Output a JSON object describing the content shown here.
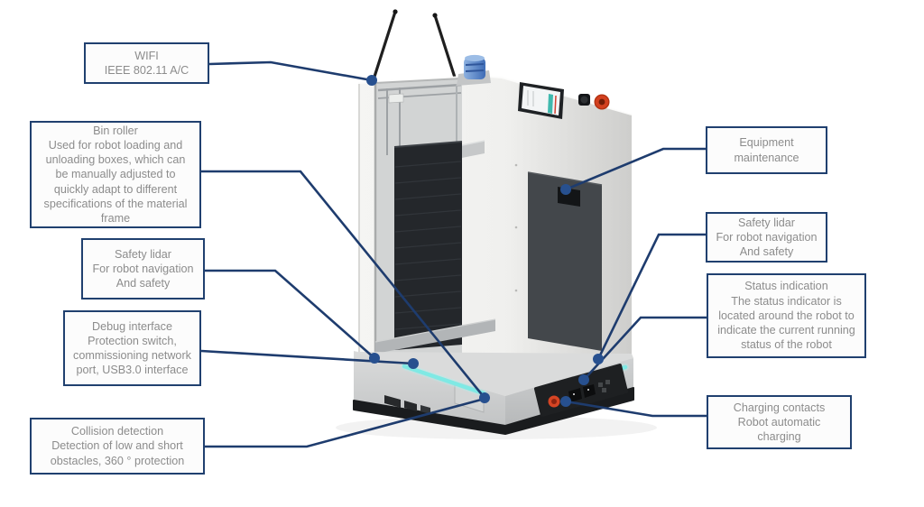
{
  "callouts": [
    {
      "id": "wifi",
      "title": "WIFI",
      "body": "IEEE 802.11 A/C"
    },
    {
      "id": "bin-roller",
      "title": "Bin roller",
      "body": "Used for robot loading and unloading boxes, which can be manually adjusted to quickly adapt to different specifications of the material frame"
    },
    {
      "id": "safety-lidar-left",
      "title": "Safety lidar",
      "body": "For robot navigation And safety"
    },
    {
      "id": "debug-interface",
      "title": "Debug interface",
      "body": "Protection switch, commissioning network port, USB3.0 interface"
    },
    {
      "id": "collision-detection",
      "title": "Collision detection",
      "body": "Detection of low and short obstacles, 360 ° protection"
    },
    {
      "id": "equipment-maintenance",
      "title": "Equipment maintenance",
      "body": ""
    },
    {
      "id": "safety-lidar-right",
      "title": "Safety lidar",
      "body": "For robot navigation And safety"
    },
    {
      "id": "status-indication",
      "title": "Status indication",
      "body": "The status indicator is located around the robot to indicate the current running status of the robot"
    },
    {
      "id": "charging-contacts",
      "title": "Charging contacts",
      "body": "Robot automatic charging"
    }
  ],
  "colors": {
    "callout_border": "#20406F",
    "callout_background": "#FCFCFC",
    "callout_text": "#8C8C8C",
    "leader_line": "#1E3C6E",
    "anchor_dot": "#27508F",
    "robot_body_white": "#F2F2F0",
    "maintenance_door_gray": "#43474B",
    "bin_rack_dark": "#24272B",
    "base_gray": "#C6C8C9",
    "light_strip_cyan": "#7FE9E4",
    "estop_red": "#D2401F",
    "beacon_blue": "#5E8BCD",
    "screen_teal": "#3FB9AE"
  }
}
